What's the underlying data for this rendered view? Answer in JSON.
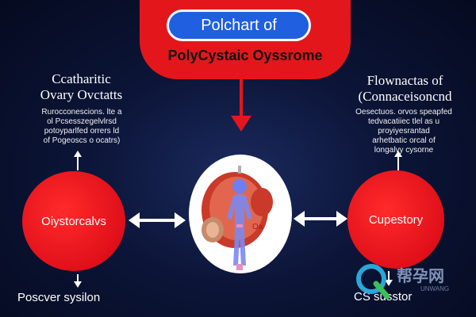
{
  "banner": {
    "title": "Polchart of",
    "subtitle": "PolyCystaic Oyssrome"
  },
  "left": {
    "title_line1": "Ccatharitic",
    "title_line2": "Ovary Ovctatts",
    "desc_lines": [
      "Rurocconescions. lte a",
      "ol Pcsesszegelvlrsd",
      "potoyparlfed orrers ld",
      "of Pogeoscs o ocatrs)"
    ],
    "circle_label": "Oiystorcalvs",
    "bottom_label": "Poscver sysilon"
  },
  "right": {
    "title_line1": "Flownactas of",
    "title_line2": "(Connaceisoncnd",
    "desc_lines": [
      "Oesectuos. orvos speapfed",
      "tedvacatiiec tlel as u",
      "proyiyesrantad",
      "arhetbatic orcal of",
      "longalvy cysorne"
    ],
    "circle_label": "Cupestory",
    "bottom_label": "CS susstor"
  },
  "center": {
    "label": "Oa"
  },
  "watermark": {
    "brand": "帮孕网",
    "sub": "UNWANG"
  },
  "colors": {
    "accent_red": "#e3171b",
    "pill_blue": "#1f5fe0",
    "background": "#0c1538"
  }
}
